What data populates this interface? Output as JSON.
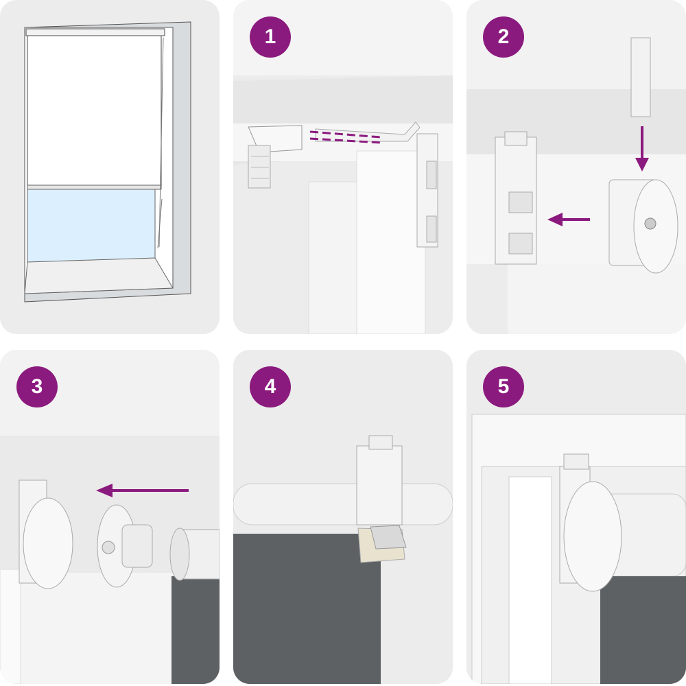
{
  "colors": {
    "accent": "#8b1a7e",
    "panel_bg": "#ececec",
    "wall": "#f7f7f7",
    "fabric_dark": "#5d6164",
    "glass": "#dcefff",
    "tape": "#e8e2cf"
  },
  "steps": [
    {
      "number": "1",
      "icon": "clip-snap-icon"
    },
    {
      "number": "2",
      "icon": "bracket-attach-icon"
    },
    {
      "number": "3",
      "icon": "roller-insert-icon"
    },
    {
      "number": "4",
      "icon": "adhesive-tape-icon"
    },
    {
      "number": "5",
      "icon": "installed-blind-icon"
    }
  ]
}
